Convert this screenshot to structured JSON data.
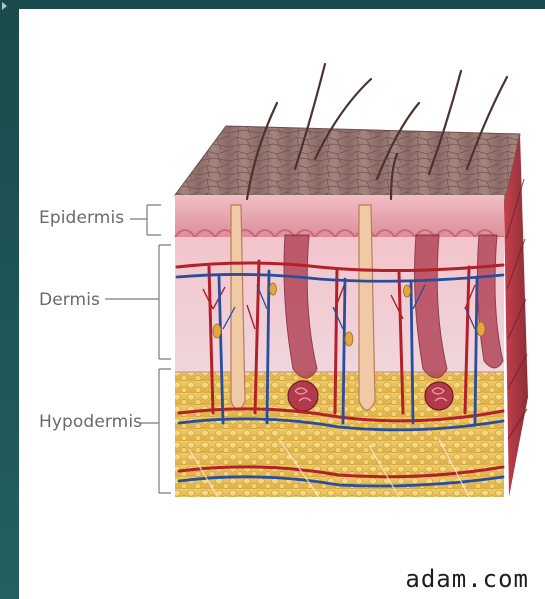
{
  "labels": {
    "epidermis": "Epidermis",
    "dermis": "Dermis",
    "hypodermis": "Hypodermis"
  },
  "credit": "adam.com",
  "colors": {
    "background_teal": "#1f5556",
    "slide": "#ffffff",
    "skin_surface": "#9a7a76",
    "epidermis": "#e8a3ad",
    "dermis": "#f3cbd1",
    "hypodermis_fat": "#e8c35a",
    "artery": "#b3202a",
    "vein": "#2a4d9c"
  }
}
